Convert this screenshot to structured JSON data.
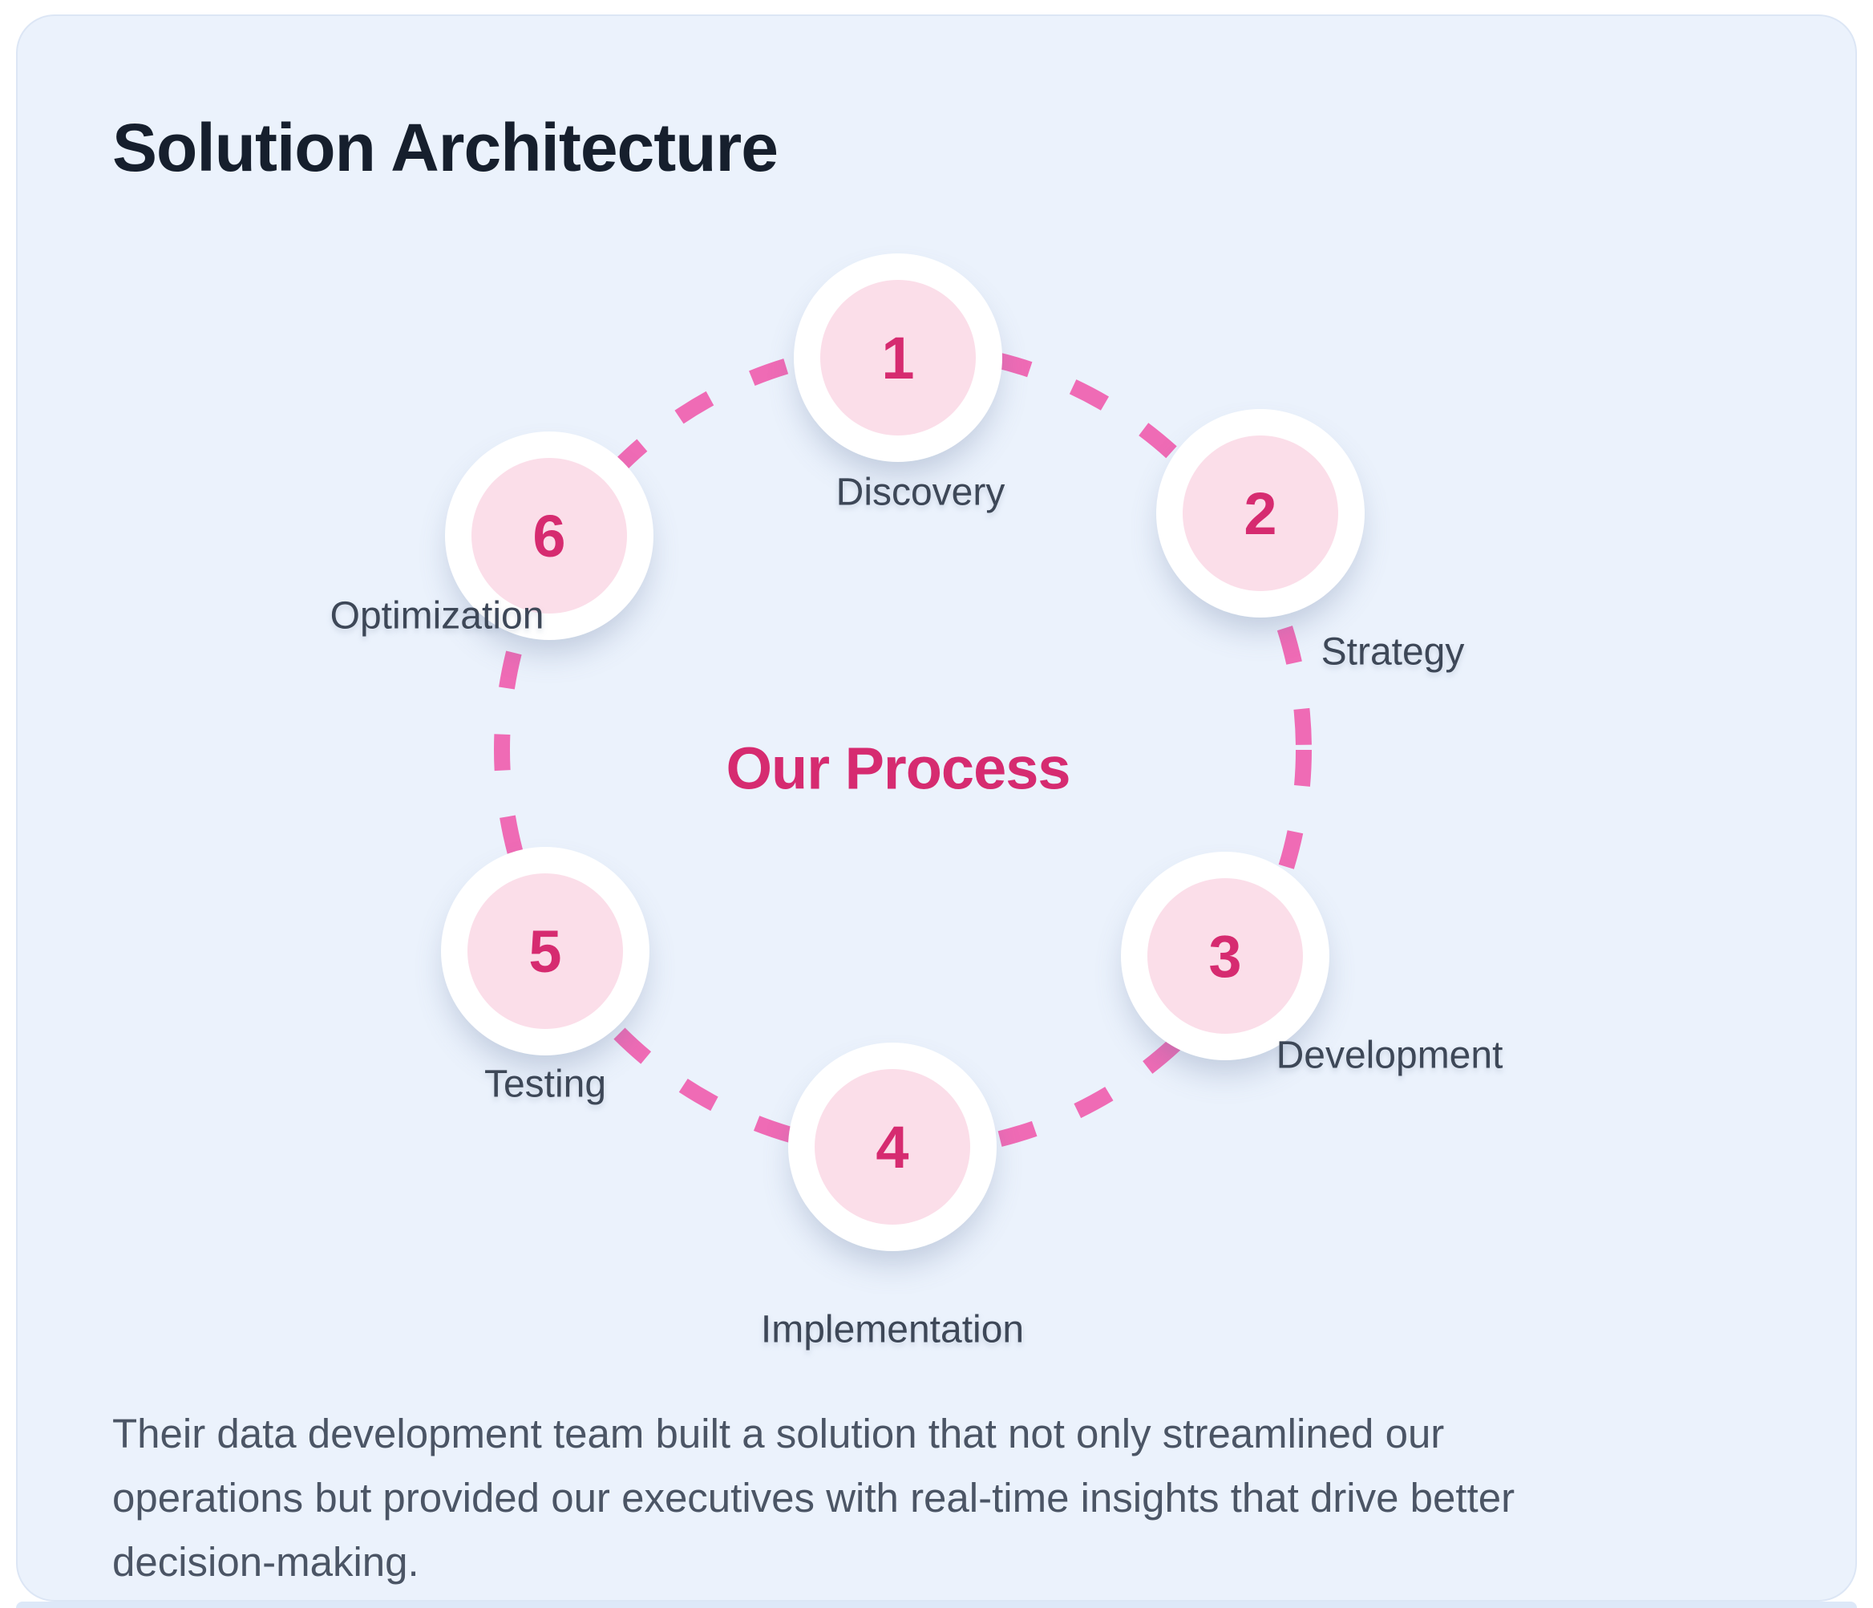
{
  "page": {
    "title": "Solution Architecture"
  },
  "diagram": {
    "center_label": "Our Process",
    "steps": [
      {
        "number": "1",
        "label": "Discovery"
      },
      {
        "number": "2",
        "label": "Strategy"
      },
      {
        "number": "3",
        "label": "Development"
      },
      {
        "number": "4",
        "label": "Implementation"
      },
      {
        "number": "5",
        "label": "Testing"
      },
      {
        "number": "6",
        "label": "Optimization"
      }
    ],
    "colors": {
      "card_background": "#EBF2FC",
      "accent_pink": "#D62B70",
      "dash_pink": "#EF6BB5",
      "node_inner_pink": "#FBDEE9",
      "node_ring_white": "#FFFFFF",
      "title_navy": "#161F2D",
      "step_label_gray": "#3D4757",
      "paragraph_gray": "#4B5565"
    }
  },
  "testimonial": {
    "text": "Their data development team built a solution that not only streamlined our operations but provided our executives with real-time insights that drive better decision-making."
  }
}
